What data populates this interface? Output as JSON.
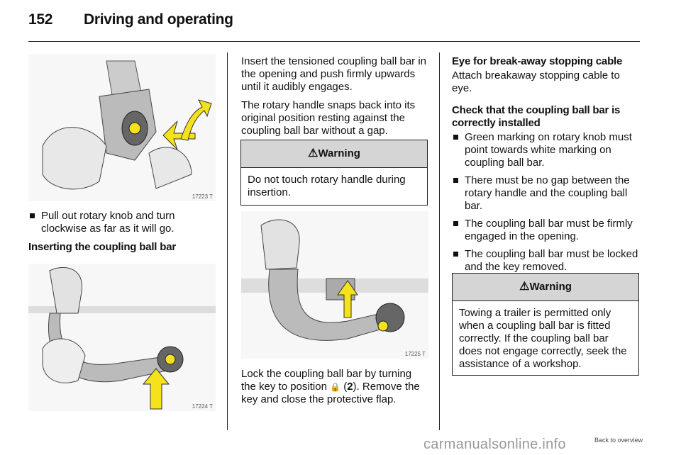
{
  "header": {
    "page_number": "152",
    "title": "Driving and operating"
  },
  "col1": {
    "figure1_number": "17223 T",
    "bullet1": "Pull out rotary knob and turn clockwise as far as it will go.",
    "subheading": "Inserting the coupling ball bar",
    "figure2_number": "17224 T"
  },
  "col2": {
    "para1": "Insert the tensioned coupling ball bar in the opening and push firmly upwards until it audibly engages.",
    "para2": "The rotary handle snaps back into its original position resting against the coupling ball bar without a gap.",
    "warning_icon": "warning-triangle-icon",
    "warning_title": "Warning",
    "warning_text": "Do not touch rotary handle during insertion.",
    "figure3_number": "17225 T",
    "para3_before": "Lock the coupling ball bar by turning the key to position ",
    "lock_symbol": "🔒",
    "para3_paren_open": " (",
    "para3_bold": "2",
    "para3_after": "). Remove the key and close the protective flap."
  },
  "col3": {
    "subheading1": "Eye for break-away stopping cable",
    "para1": "Attach breakaway stopping cable to eye.",
    "subheading2": "Check that the coupling ball bar is correctly installed",
    "bullets": [
      "Green marking on rotary knob must point towards white marking on coupling ball bar.",
      "There must be no gap between the rotary handle and the coupling ball bar.",
      "The coupling ball bar must be firmly engaged in the opening.",
      "The coupling ball bar must be locked and the key removed."
    ],
    "warning_title": "Warning",
    "warning_text": "Towing a trailer is permitted only when a coupling ball bar is fitted correctly. If the coupling ball bar does not engage correctly, seek the assistance of a workshop."
  },
  "footer": {
    "back_link": "Back to overview",
    "watermark": "carmanualsonline.info"
  },
  "colors": {
    "arrow_yellow": "#f5e21a",
    "warning_header_bg": "#d5d5d5"
  }
}
